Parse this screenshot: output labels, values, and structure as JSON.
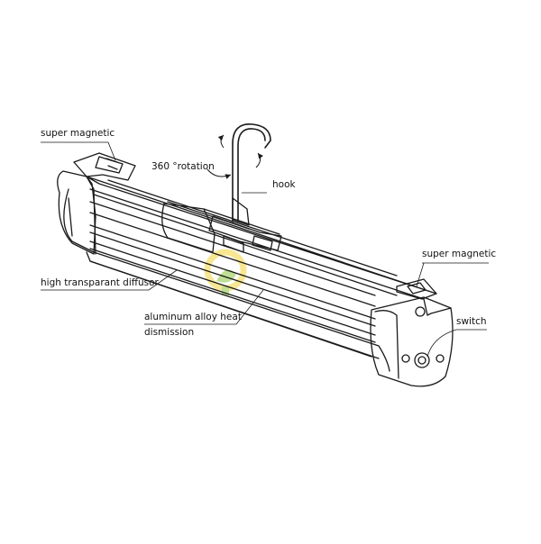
{
  "labels": {
    "super_magnetic_left": "super magnetic",
    "rotation": "360 °rotation",
    "hook": "hook",
    "super_magnetic_right": "super magnetic",
    "diffusor": "high transparant diffusor",
    "aluminum_line1": "aluminum alloy heat",
    "aluminum_line2": "dismission",
    "switch": "switch"
  },
  "colors": {
    "line": "#1a1a1a",
    "background": "#ffffff",
    "watermark_yellow": "#f2d43c",
    "watermark_green": "#8cc63f"
  }
}
